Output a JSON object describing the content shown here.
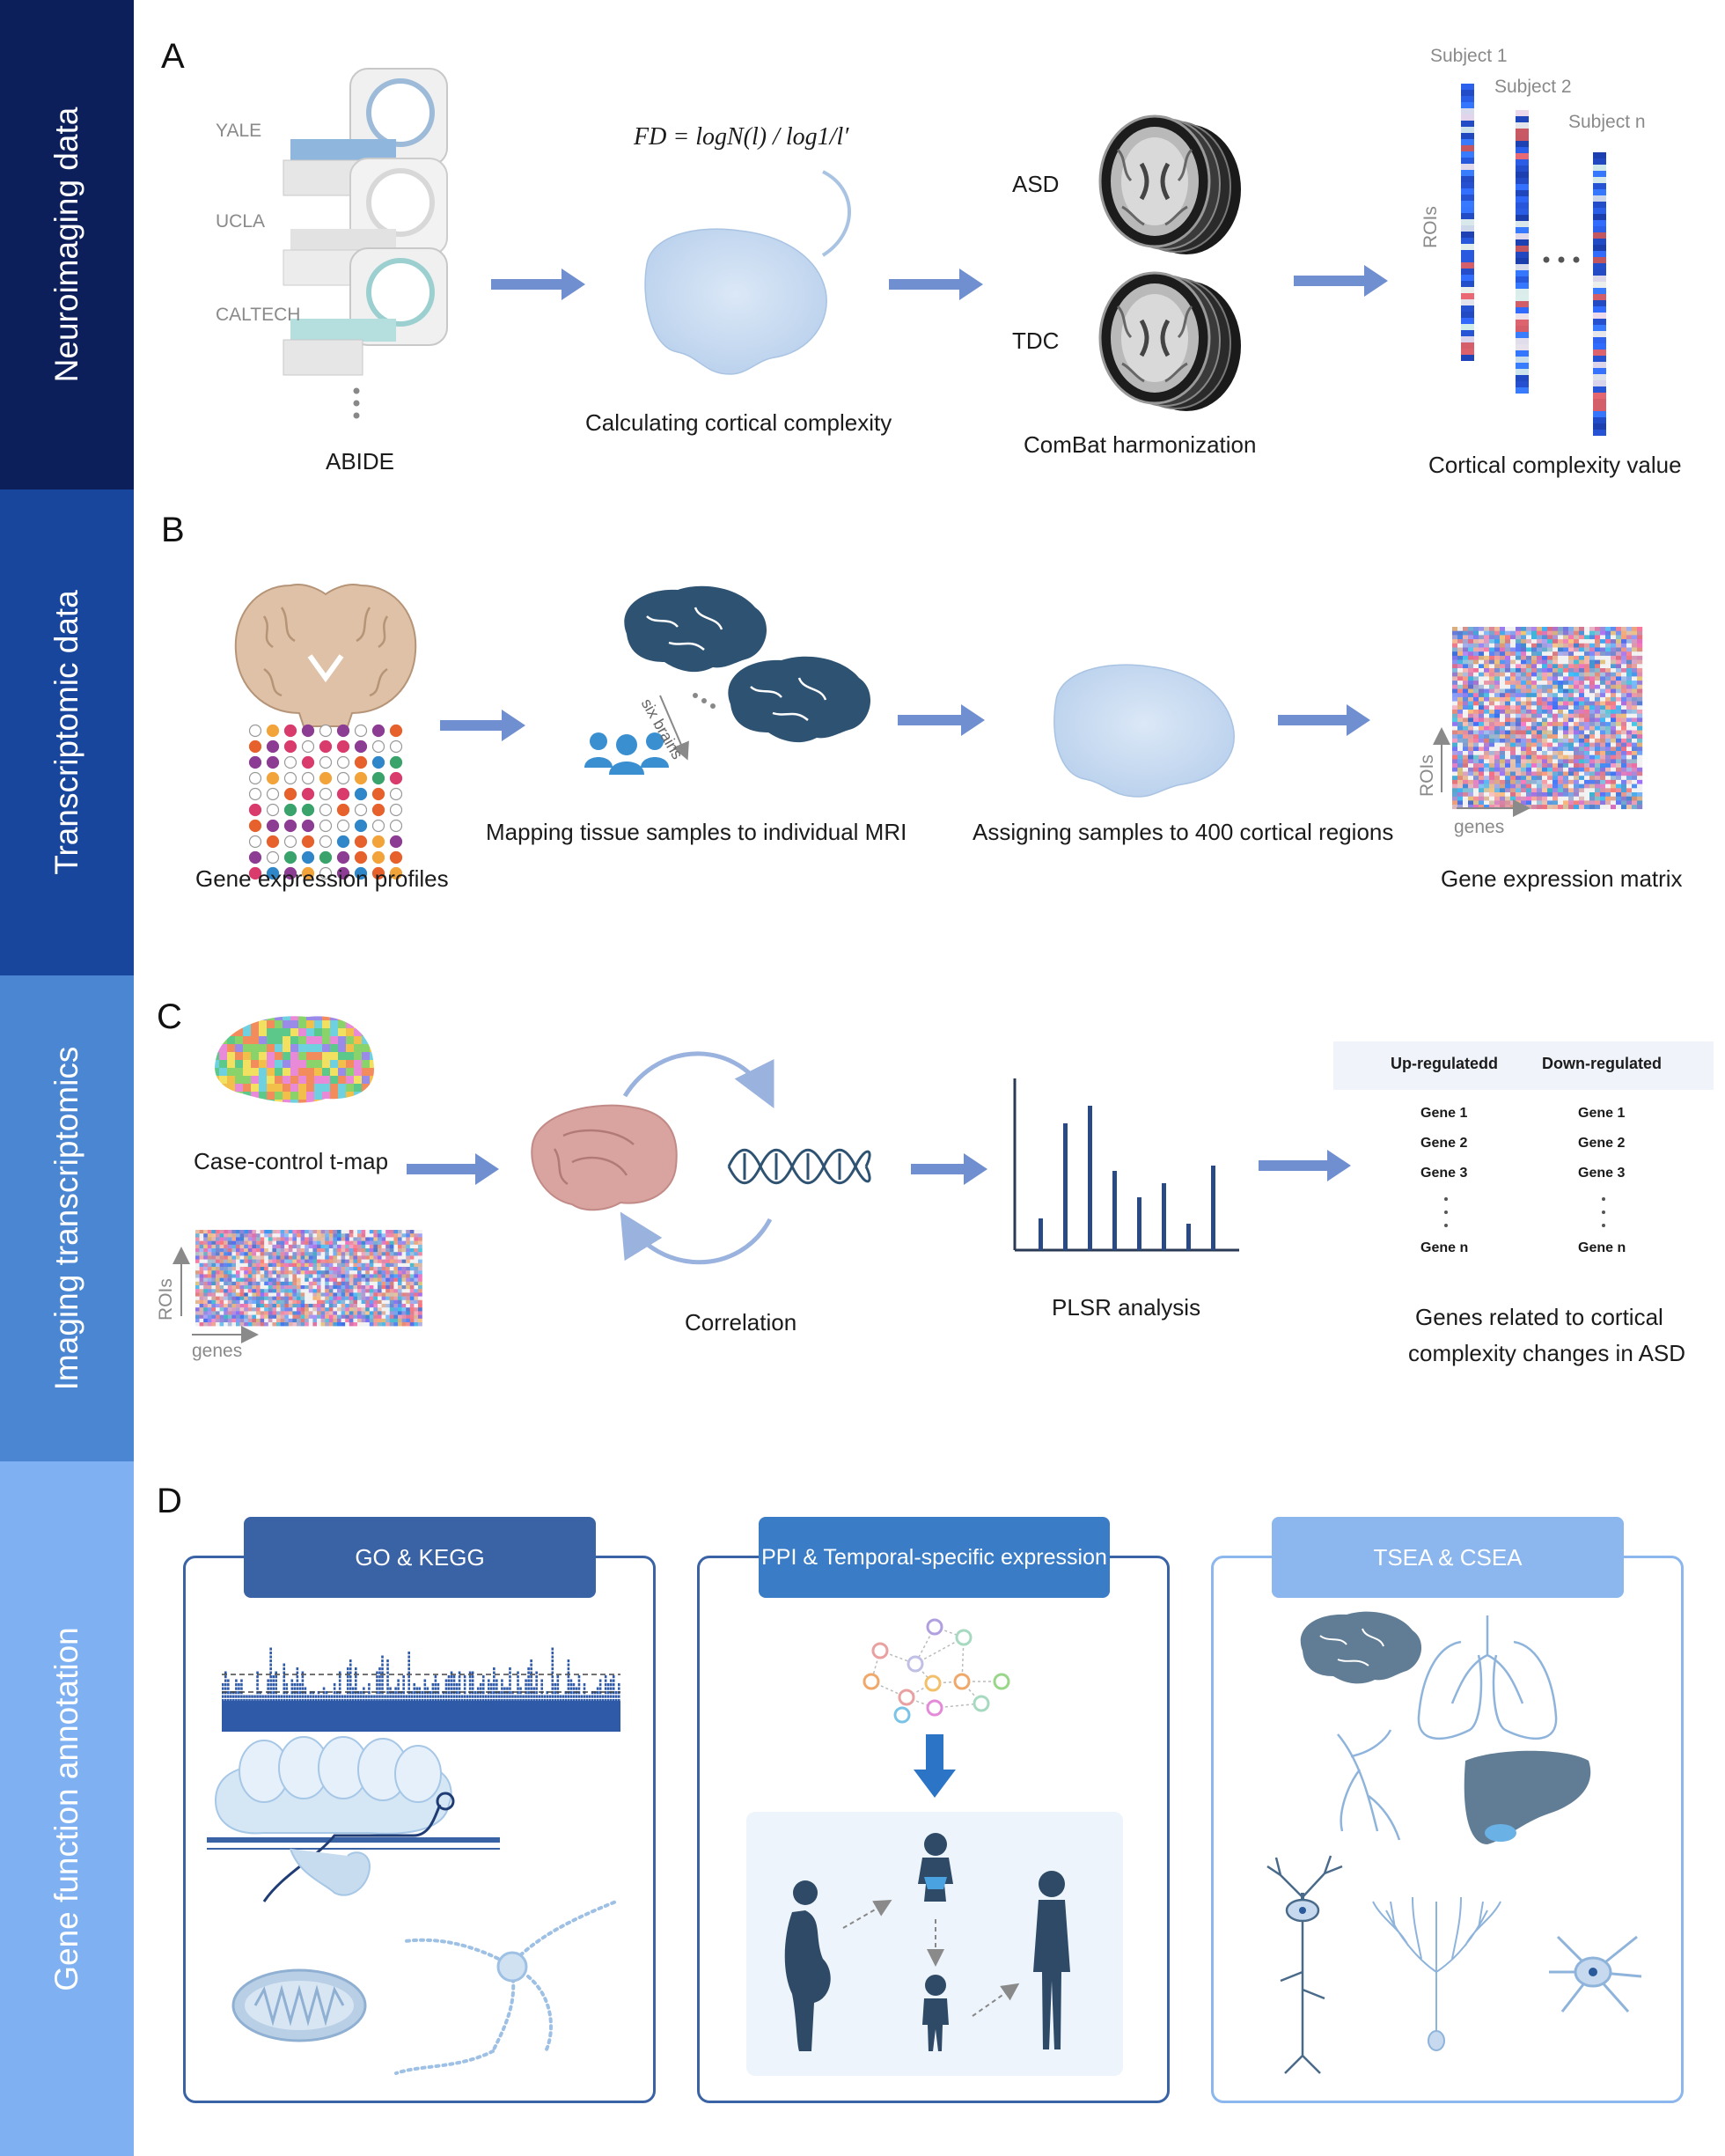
{
  "sidebar": [
    {
      "label": "Neuroimaging data",
      "color": "#0c1f5a"
    },
    {
      "label": "Transcriptomic data",
      "color": "#18469c"
    },
    {
      "label": "Imaging transcriptomics",
      "color": "#4a86d2"
    },
    {
      "label": "Gene function annotation",
      "color": "#7fb1f2"
    }
  ],
  "panelA": {
    "letter": "A",
    "sites": [
      "YALE",
      "UCLA",
      "CALTECH"
    ],
    "abide_label": "ABIDE",
    "formula": "FD = logN(l) / log1/l′",
    "complexity_label": "Calculating cortical complexity",
    "group_asd": "ASD",
    "group_tdc": "TDC",
    "combat_label": "ComBat harmonization",
    "subjects": [
      "Subject 1",
      "Subject 2",
      "Subject n"
    ],
    "rois_label": "ROIs",
    "ellipsis": "• • •",
    "value_label": "Cortical complexity value"
  },
  "panelB": {
    "letter": "B",
    "profiles_label": "Gene expression profiles",
    "six_brains": "six brains",
    "mapping_label": "Mapping tissue samples to individual MRI",
    "assign_label": "Assigning samples to 400 cortical regions",
    "rois_label": "ROIs",
    "genes_label": "genes",
    "matrix_label": "Gene expression matrix"
  },
  "panelC": {
    "letter": "C",
    "tmap_label": "Case-control t-map",
    "rois_label": "ROIs",
    "genes_label": "genes",
    "correlation_label": "Correlation",
    "plsr_label": "PLSR analysis",
    "up_header": "Up-regulatedd",
    "down_header": "Down-regulated",
    "up_genes": [
      "Gene 1",
      "Gene 2",
      "Gene  3",
      "Gene  n"
    ],
    "down_genes": [
      "Gene 1",
      "Gene 2",
      "Gene  3",
      "Gene  n"
    ],
    "result_line1": "Genes related to cortical",
    "result_line2": "complexity changes in ASD",
    "plsr_bars": [
      0.18,
      0.72,
      0.82,
      0.45,
      0.3,
      0.38,
      0.15,
      0.48
    ]
  },
  "panelD": {
    "letter": "D",
    "boxes": [
      {
        "title": "GO & KEGG",
        "head_color": "#3a63a6",
        "border_color": "#3a63a6"
      },
      {
        "title": "PPI & Temporal-specific expression",
        "head_color": "#3a7cc6",
        "border_color": "#3a63a6"
      },
      {
        "title": "TSEA & CSEA",
        "head_color": "#8bb6ee",
        "border_color": "#8bb6ee"
      }
    ]
  },
  "colors": {
    "arrow": "#6f8fd0",
    "brainLight": "#c9dcf2",
    "brainDark": "#2e5272",
    "heatBlue": "#2f6fc8",
    "heatRed": "#e0707a"
  }
}
